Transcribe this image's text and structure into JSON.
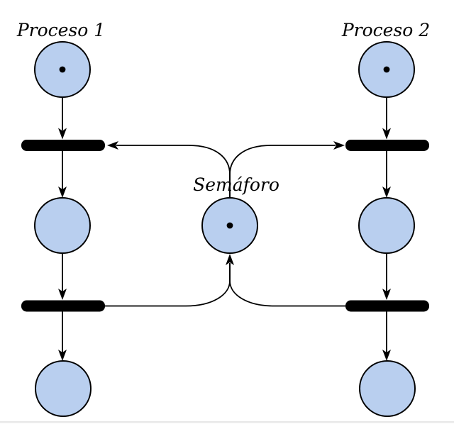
{
  "diagram": {
    "kind": "petri-net",
    "labels": {
      "process1": "Proceso 1",
      "process2": "Proceso 2",
      "semaphore": "Semáforo"
    },
    "colors": {
      "place_fill": "#b9cfef",
      "ink": "#000000",
      "background": "#ffffff",
      "bottom_rule": "#e8e8e8"
    },
    "places": [
      {
        "id": "process1-top",
        "tokens": 1
      },
      {
        "id": "process1-middle",
        "tokens": 0
      },
      {
        "id": "process1-bottom",
        "tokens": 0
      },
      {
        "id": "semaphore",
        "tokens": 1
      },
      {
        "id": "process2-top",
        "tokens": 1
      },
      {
        "id": "process2-middle",
        "tokens": 0
      },
      {
        "id": "process2-bottom",
        "tokens": 0
      }
    ],
    "transitions": [
      {
        "id": "process1-upper"
      },
      {
        "id": "process1-lower"
      },
      {
        "id": "process2-upper"
      },
      {
        "id": "process2-lower"
      }
    ],
    "arcs": [
      {
        "from": "process1-top",
        "to": "process1-upper"
      },
      {
        "from": "process1-upper",
        "to": "process1-middle"
      },
      {
        "from": "process1-middle",
        "to": "process1-lower"
      },
      {
        "from": "process1-lower",
        "to": "process1-bottom"
      },
      {
        "from": "process2-top",
        "to": "process2-upper"
      },
      {
        "from": "process2-upper",
        "to": "process2-middle"
      },
      {
        "from": "process2-middle",
        "to": "process2-lower"
      },
      {
        "from": "process2-lower",
        "to": "process2-bottom"
      },
      {
        "from": "semaphore",
        "to": "process1-upper"
      },
      {
        "from": "semaphore",
        "to": "process2-upper"
      },
      {
        "from": "process1-lower",
        "to": "semaphore"
      },
      {
        "from": "process2-lower",
        "to": "semaphore"
      }
    ]
  }
}
